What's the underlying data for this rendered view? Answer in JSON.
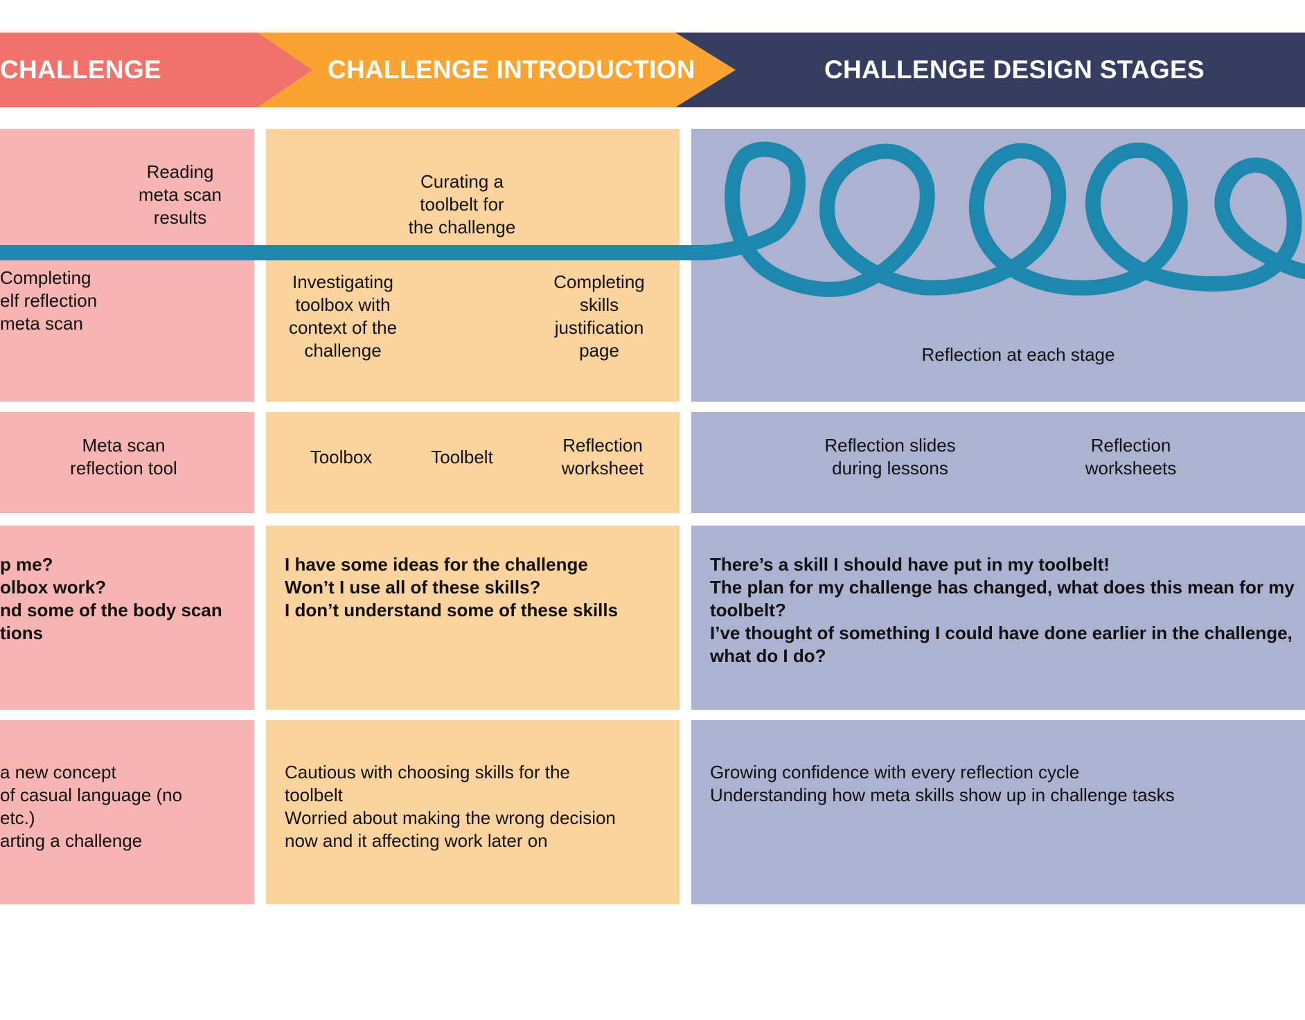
{
  "colors": {
    "red_band": "#f0726a",
    "orange_band": "#f9a432",
    "navy_band": "#363d60",
    "red_cell": "#f6b4b2",
    "orange_cell": "#fbd39e",
    "blue_cell": "#adb2d1",
    "line": "#1d88ad"
  },
  "header": {
    "col1": "CHALLENGE",
    "col2": "CHALLENGE INTRODUCTION",
    "col3": "CHALLENGE DESIGN STAGES"
  },
  "journey": {
    "col1": {
      "top": [
        "Reading",
        "meta scan",
        "results"
      ],
      "bottom": [
        "Completing",
        "elf reflection",
        "meta scan"
      ]
    },
    "col2": {
      "top": [
        "Curating a",
        "toolbelt for",
        "the challenge"
      ],
      "bottom_left": [
        "Investigating",
        "toolbox with",
        "context of the",
        "challenge"
      ],
      "bottom_right": [
        "Completing",
        "skills",
        "justification",
        "page"
      ]
    },
    "col3": {
      "caption": "Reflection at each stage"
    }
  },
  "tools": {
    "col1": [
      "Meta scan",
      "reflection tool"
    ],
    "col2": {
      "a": "Toolbox",
      "b": "Toolbelt",
      "c": [
        "Reflection",
        "worksheet"
      ]
    },
    "col3": {
      "a": [
        "Reflection slides",
        "during lessons"
      ],
      "b": [
        "Reflection",
        "worksheets"
      ]
    }
  },
  "thoughts": {
    "col1": [
      "p me?",
      "olbox work?",
      "nd some of the body scan",
      "tions"
    ],
    "col2": [
      "I have some ideas for the challenge",
      "Won’t I use all of these skills?",
      "I don’t understand some of these skills"
    ],
    "col3": [
      "There’s a skill I should have put in my toolbelt!",
      "The plan for my challenge has changed, what does this mean for my",
      "toolbelt?",
      "I’ve thought of something I could have done earlier in the challenge,",
      "what do I do?"
    ]
  },
  "feelings": {
    "col1": [
      "a new concept",
      "of casual language (no",
      "etc.)",
      "arting a challenge"
    ],
    "col2": [
      "Cautious with choosing skills for the",
      "toolbelt",
      "Worried about making the wrong decision",
      "now and it affecting work later on"
    ],
    "col3": [
      "Growing confidence with every reflection cycle",
      "Understanding how meta skills show up in challenge tasks"
    ]
  }
}
